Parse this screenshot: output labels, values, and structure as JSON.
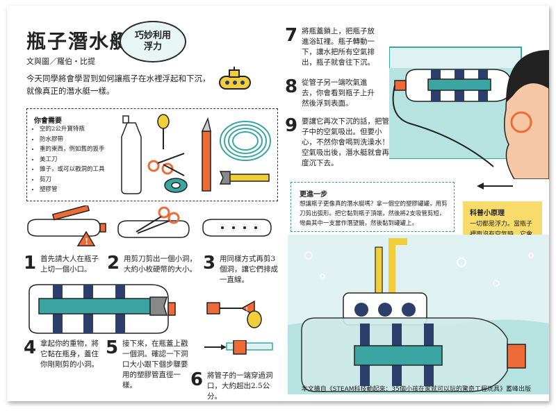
{
  "header": {
    "title": "瓶子潛水艇",
    "badge": "巧妙利用\n浮力",
    "credit": "文與圖／羅伯・比提"
  },
  "intro": "今天同學將會學習到如何讓瓶子在水裡浮起和下沉，就像真正的潛水艇一樣。",
  "needs": {
    "heading": "你會需要",
    "items": [
      "空的2公升寶特瓶",
      "防水膠帶",
      "重的東西，例如舊的扳手",
      "美工刀",
      "錐子，或可以戳洞的工具",
      "剪刀",
      "塑膠管"
    ]
  },
  "steps": [
    {
      "num": "1",
      "text": "首先請大人在瓶子上切一個小口。"
    },
    {
      "num": "2",
      "text": "用剪刀剪出一個小洞，大約小枚硬幣的大小。"
    },
    {
      "num": "3",
      "text": "用同樣方式再剪3個洞，讓它們排成一直線。"
    },
    {
      "num": "4",
      "text": "拿起你的重物，將它黏在瓶身，蓋住你剛剛剪的小洞。"
    },
    {
      "num": "5",
      "text": "接下來，在瓶蓋上戳一個洞。確認一下洞口大小跟下個步驟要用的塑膠管直徑一樣。"
    },
    {
      "num": "6",
      "text": "將管子的一端穿過洞口，大約超出2.5公分。"
    },
    {
      "num": "7",
      "text": "將瓶蓋鎖上，把瓶子放進浴缸裡。瓶子轉動一下，讓水把所有空氣排出，瓶子就會往下沉。"
    },
    {
      "num": "8",
      "text": "從管子另一端吹氣進去，你會看到瓶子上升然後浮到表面。"
    },
    {
      "num": "9",
      "text": "要讓它再次下沉的話，把管子中的空氣吸出。但要小心，不然你會喝到洗澡水！空氣吸出後，潛水艇就會再度沉下去。"
    }
  ],
  "more": {
    "heading": "更進一步",
    "body": "想讓瓶子更像真的潛水艇嗎？拿一個空的塑膠罐罐，用剪刀剪出弧形。把它黏到瓶子頂端，然後將2支吸管剪短，彎曲其中一支當作潛望鏡，然後黏到罐罐上。"
  },
  "science": {
    "heading": "科普小原理",
    "body": "一切都是浮力。當瓶子裡面沒有空氣時，它會沉到浴缸底部，但是當你向瓶子裡吹氣時，空氣會把水推出來，使潛水艇浮起來。把空氣吸出來會使水流回去，於是潛水艇又會沉下去。"
  },
  "source": "本文摘自《STEAM科技動起來：35個小孩在家就可以玩的驚奇工程玩具》蓄峰出版",
  "colors": {
    "teal": "#3aa5a3",
    "orange": "#ee6a37",
    "yellow": "#f2cf3a",
    "navy": "#2c3f6b",
    "light_teal": "#dff2f1"
  }
}
